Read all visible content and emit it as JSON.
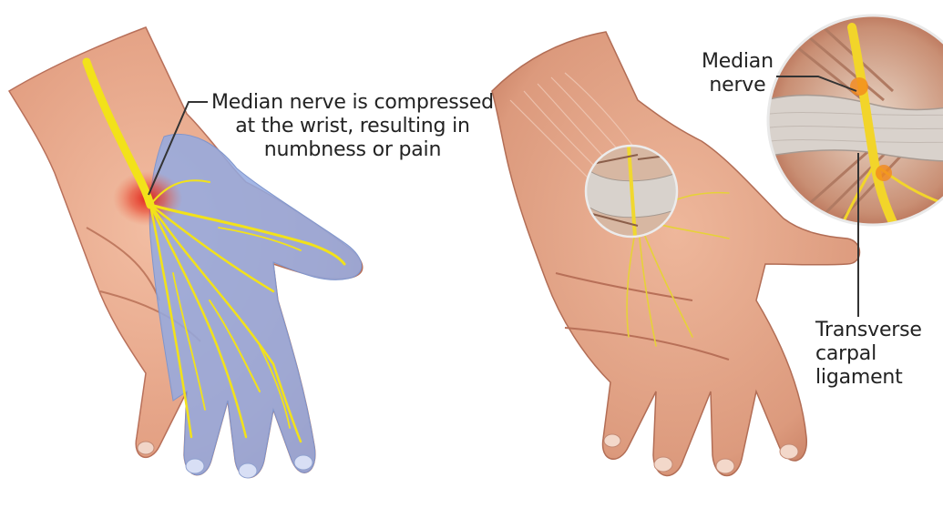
{
  "annotations": {
    "compressed": {
      "lines": [
        "Median nerve is compressed",
        "at the wrist, resulting in",
        "numbness or pain"
      ]
    },
    "median_nerve": {
      "lines": [
        "Median",
        "nerve"
      ]
    },
    "ligament": {
      "lines": [
        "Transverse",
        "carpal",
        "ligament"
      ]
    }
  },
  "colors": {
    "skin": "#e8a98a",
    "skin_shadow": "#c97e62",
    "nerve": "#f2e21a",
    "numb_region": "#93a9e0",
    "inflammation": "#e0281c",
    "ligament": "#d9d2cc"
  }
}
